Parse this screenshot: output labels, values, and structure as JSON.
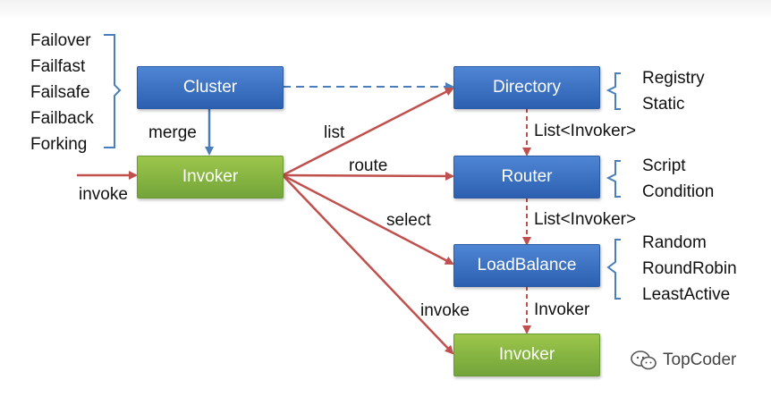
{
  "strategies": [
    "Failover",
    "Failfast",
    "Failsafe",
    "Failback",
    "Forking"
  ],
  "boxes": {
    "cluster": "Cluster",
    "invoker_top": "Invoker",
    "directory": "Directory",
    "router": "Router",
    "loadbalance": "LoadBalance",
    "invoker_bottom": "Invoker"
  },
  "directory_types": [
    "Registry",
    "Static"
  ],
  "router_types": [
    "Script",
    "Condition"
  ],
  "loadbalance_types": [
    "Random",
    "RoundRobin",
    "LeastActive"
  ],
  "edge_labels": {
    "merge": "merge",
    "invoke_in": "invoke",
    "list": "list",
    "route": "route",
    "select": "select",
    "invoke_out": "invoke",
    "dir_to_router": "List<Invoker>",
    "router_to_lb": "List<Invoker>",
    "lb_to_invoker": "Invoker"
  },
  "watermark": "TopCoder",
  "colors": {
    "blue_box": "#2c5fb0",
    "green_box": "#73a43a",
    "red_arrow": "#c0504d",
    "blue_arrow": "#4a7ebb"
  }
}
